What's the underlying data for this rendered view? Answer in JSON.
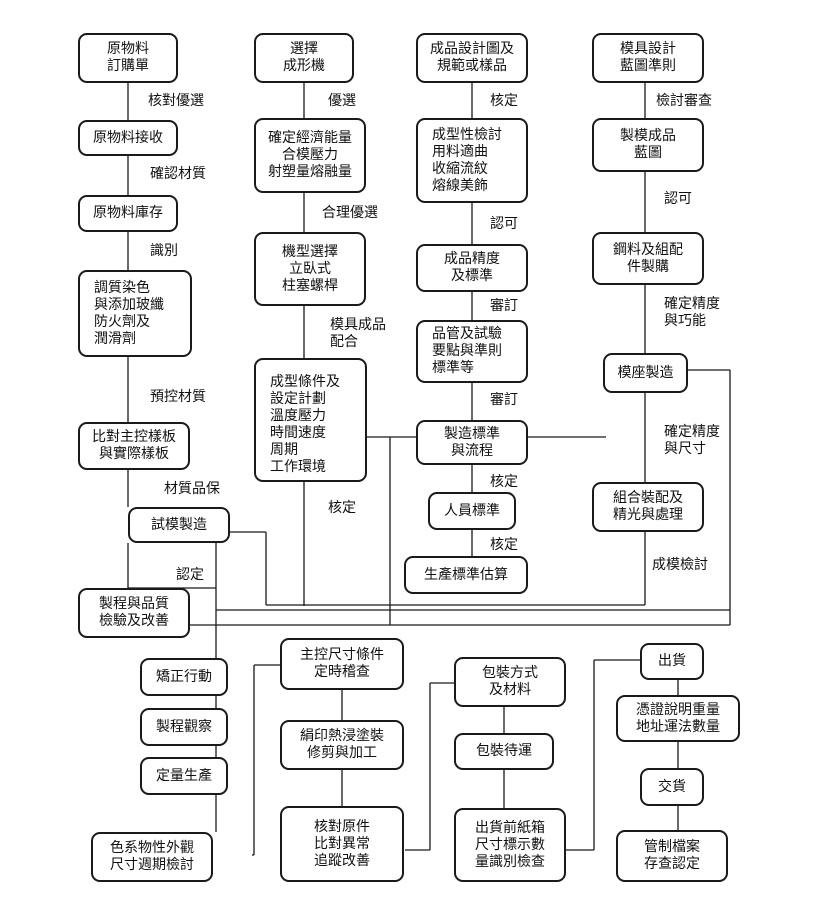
{
  "boxes": {
    "b1": "原物料\n訂購單",
    "b2": "原物料接收",
    "b3": "原物料庫存",
    "b4": "調質染色\n與添加玻纖\n防火劑及\n潤滑劑",
    "b5": "比對主控樣板\n與實際樣板",
    "b6": "試模製造",
    "b7": "製程與品質\n檢驗及改善",
    "b8": "矯正行動",
    "b9": "製程觀察",
    "b10": "定量生產",
    "b11": "色系物性外觀\n尺寸週期檢討",
    "c1": "選擇\n成形機",
    "c2": "確定經濟能量\n合模壓力\n射塑量熔融量",
    "c3": "機型選擇\n立臥式\n柱塞螺桿",
    "c4": "成型條件及\n設定計劃\n溫度壓力\n時間速度\n周期\n工作環境",
    "d1": "成品設計圖及\n規範或樣品",
    "d2": "成型性檢討\n用料適曲\n收縮流紋\n熔線美飾",
    "d3": "成品精度\n及標準",
    "d4": "品管及試驗\n要點與準則\n標準等",
    "d5": "製造標準\n與流程",
    "d6": "人員標準",
    "d7": "生產標準估算",
    "e1": "模具設計\n藍圖準則",
    "e2": "製模成品\n藍圖",
    "e3": "鋼料及組配\n件製購",
    "e4": "模座製造",
    "e5": "組合裝配及\n精光與處理",
    "f1": "主控尺寸條件\n定時稽查",
    "f2": "絹印熱浸塗裝\n修剪與加工",
    "f3": "核對原件\n比對異常\n追蹤改善",
    "g1": "包裝方式\n及材料",
    "g2": "包裝待運",
    "g3": "出貨前紙箱\n尺寸標示數\n量識別檢查",
    "h1": "出貨",
    "h2": "憑證說明重量\n地址運法數量",
    "h3": "交貨",
    "h4": "管制檔案\n存查認定"
  },
  "labels": {
    "l1": "核對優選",
    "l2": "確認材質",
    "l3": "識別",
    "l4": "預控材質",
    "l5": "材質品保",
    "l6": "認定",
    "l7": "優選",
    "l8": "合理優選",
    "l9": "模具成品\n配合",
    "l10": "核定",
    "l11": "核定",
    "l12": "認可",
    "l13": "審訂",
    "l14": "審訂",
    "l15": "核定",
    "l16": "核定",
    "l17": "檢討審查",
    "l18": "認可",
    "l19": "確定精度\n與巧能",
    "l20": "確定精度\n與尺寸",
    "l21": "成模檢討"
  }
}
